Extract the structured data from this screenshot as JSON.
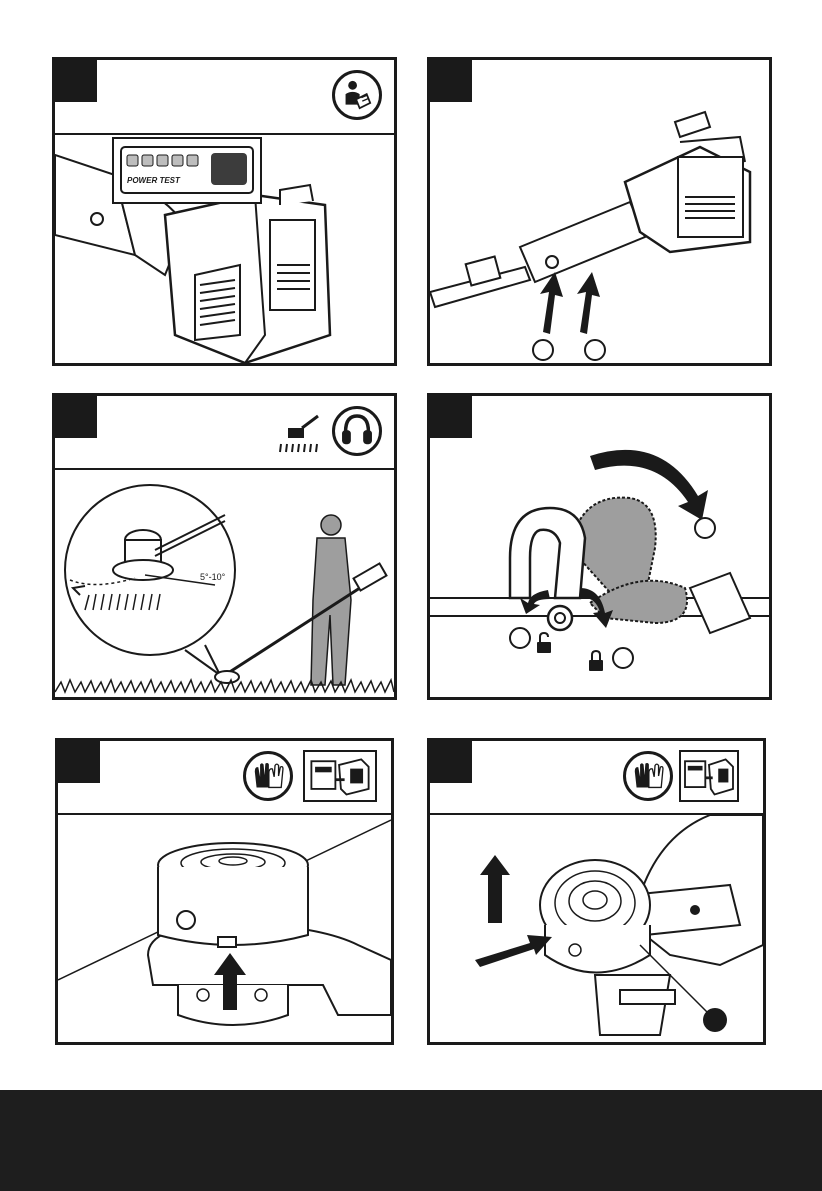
{
  "panels": {
    "p1": {
      "display_label": "POWER TEST",
      "icon": "read-manual-icon"
    },
    "p2": {
      "icon": "none"
    },
    "p3": {
      "angle_label": "5°-10°",
      "icons": [
        "cut-height-icon",
        "ear-protection-icon"
      ]
    },
    "p4": {
      "icons": [
        "unlock-icon",
        "lock-icon"
      ]
    },
    "p5": {
      "icons": [
        "gloves-icon",
        "remove-battery-icon"
      ]
    },
    "p6": {
      "icons": [
        "gloves-icon",
        "remove-battery-icon"
      ]
    }
  },
  "colors": {
    "ink": "#1a1a1a",
    "footer": "#1e1e1e",
    "shade": "#9e9e9e"
  }
}
